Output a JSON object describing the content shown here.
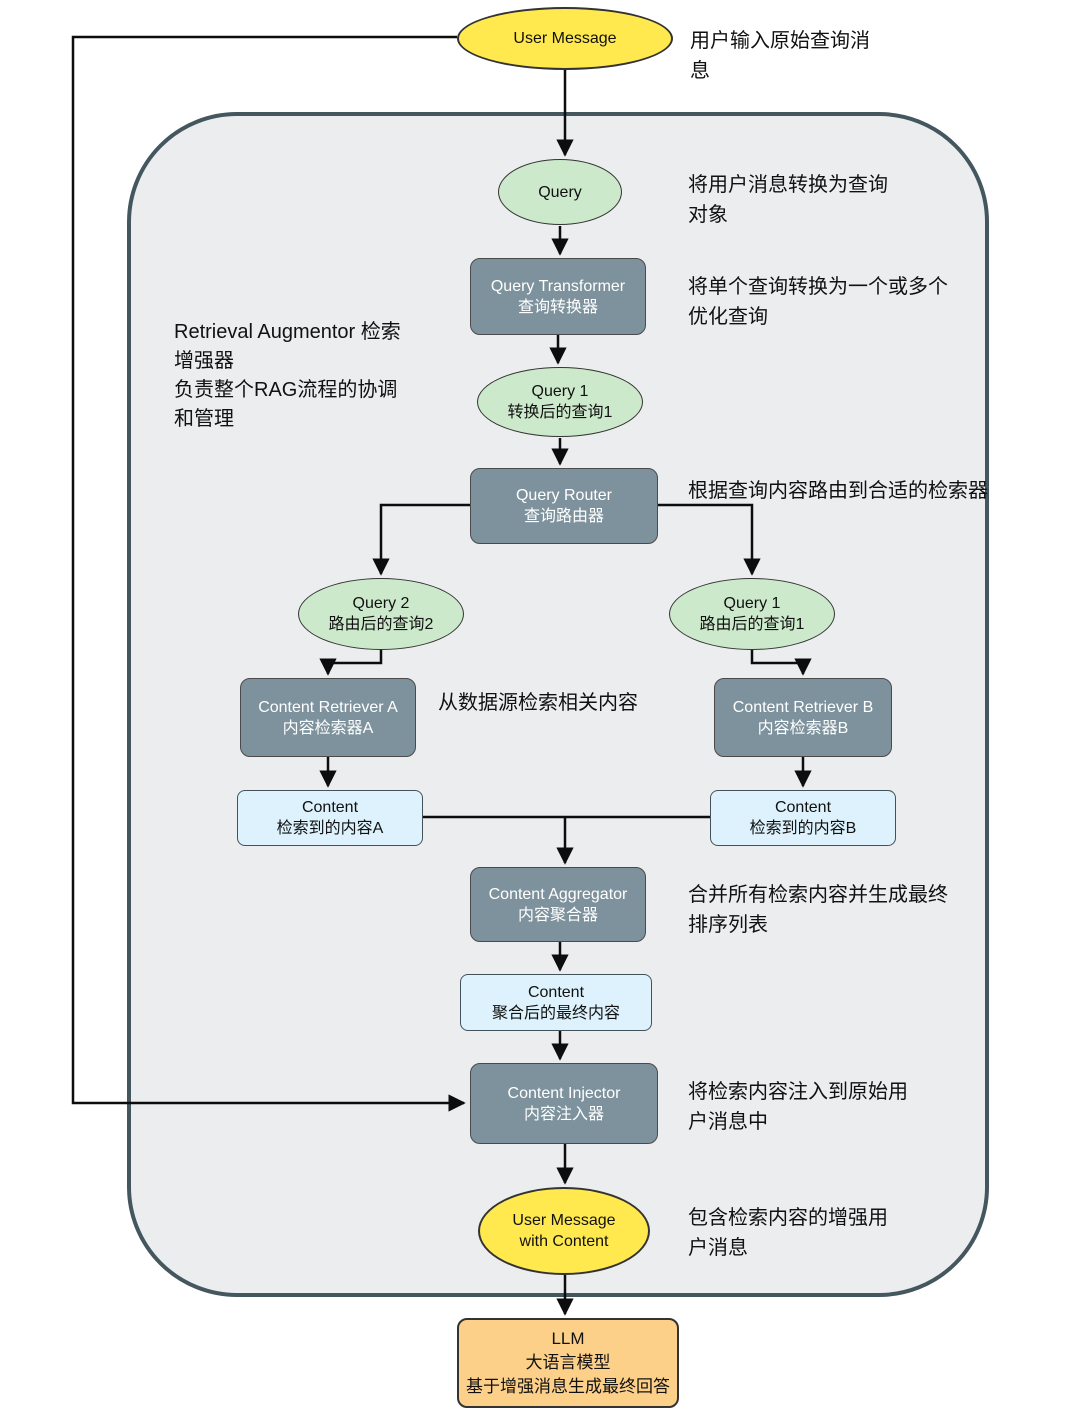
{
  "diagram": {
    "title": "RAG Retrieval Augmentor flow",
    "container_label": "Retrieval Augmentor 检索\n增强器\n负责整个RAG流程的协调\n和管理",
    "nodes": {
      "user_message": {
        "label": "User Message"
      },
      "query": {
        "label": "Query"
      },
      "query_transformer": {
        "label": "Query Transformer\n查询转换器"
      },
      "query_1_transformed": {
        "label": "Query 1\n转换后的查询1"
      },
      "query_router": {
        "label": "Query Router\n查询路由器"
      },
      "query_2_routed": {
        "label": "Query 2\n路由后的查询2"
      },
      "query_1_routed": {
        "label": "Query 1\n路由后的查询1"
      },
      "content_retriever_a": {
        "label": "Content Retriever A\n内容检索器A"
      },
      "content_retriever_b": {
        "label": "Content Retriever B\n内容检索器B"
      },
      "content_a": {
        "label": "Content\n检索到的内容A"
      },
      "content_b": {
        "label": "Content\n检索到的内容B"
      },
      "content_aggregator": {
        "label": "Content Aggregator\n内容聚合器"
      },
      "content_final": {
        "label": "Content\n聚合后的最终内容"
      },
      "content_injector": {
        "label": "Content Injector\n内容注入器"
      },
      "user_message_with_content": {
        "label": "User Message\nwith Content"
      },
      "llm": {
        "label": "LLM\n大语言模型\n基于增强消息生成最终回答"
      }
    },
    "annotations": {
      "user_message": "用户输入原始查询消\n息",
      "query": "将用户消息转换为查询\n对象",
      "query_transformer": "将单个查询转换为一个或多个\n优化查询",
      "query_router": "根据查询内容路由到合适的检索器",
      "retrievers": "从数据源检索相关内容",
      "content_aggregator": "合并所有检索内容并生成最终\n排序列表",
      "content_injector": "将检索内容注入到原始用\n户消息中",
      "user_message_with_content": "包含检索内容的增强用\n户消息"
    },
    "colors": {
      "message_fill": "#FFE94F",
      "query_fill": "#CDE9CB",
      "component_fill": "#7D929D",
      "content_fill": "#DDF2FC",
      "llm_fill": "#FDD089",
      "container_fill": "#ECEDEF",
      "container_border": "#44565E"
    }
  }
}
